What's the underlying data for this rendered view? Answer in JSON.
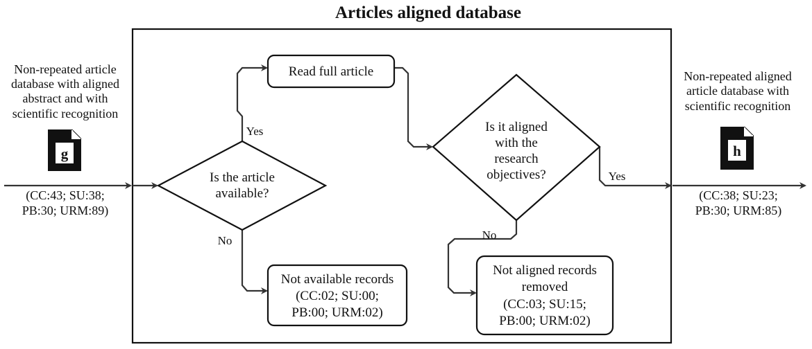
{
  "title": "Articles aligned database",
  "input": {
    "caption": [
      "Non-repeated article",
      "database with aligned",
      "abstract and with",
      "scientific recognition"
    ],
    "doc_letter": "g",
    "counts": [
      "(CC:43; SU:38;",
      "PB:30; URM:89)"
    ],
    "doc_icon": "document-icon"
  },
  "output": {
    "caption": [
      "Non-repeated aligned",
      "article database with",
      "scientific recognition"
    ],
    "doc_letter": "h",
    "counts": [
      "(CC:38; SU:23;",
      "PB:30; URM:85)"
    ],
    "doc_icon": "document-icon"
  },
  "decision_available": {
    "text": [
      "Is the article",
      "available?"
    ]
  },
  "read_full": {
    "text": "Read full article"
  },
  "decision_aligned": {
    "text": [
      "Is it aligned",
      "with the",
      "research",
      "objectives?"
    ]
  },
  "not_available": {
    "text": [
      "Not available records",
      "(CC:02; SU:00;",
      "PB:00; URM:02)"
    ]
  },
  "not_aligned": {
    "text": [
      "Not aligned records",
      "removed",
      "(CC:03; SU:15;",
      "PB:00; URM:02)"
    ]
  },
  "edges": {
    "yes_1": "Yes",
    "no_1": "No",
    "yes_2": "Yes",
    "no_2": "No"
  }
}
